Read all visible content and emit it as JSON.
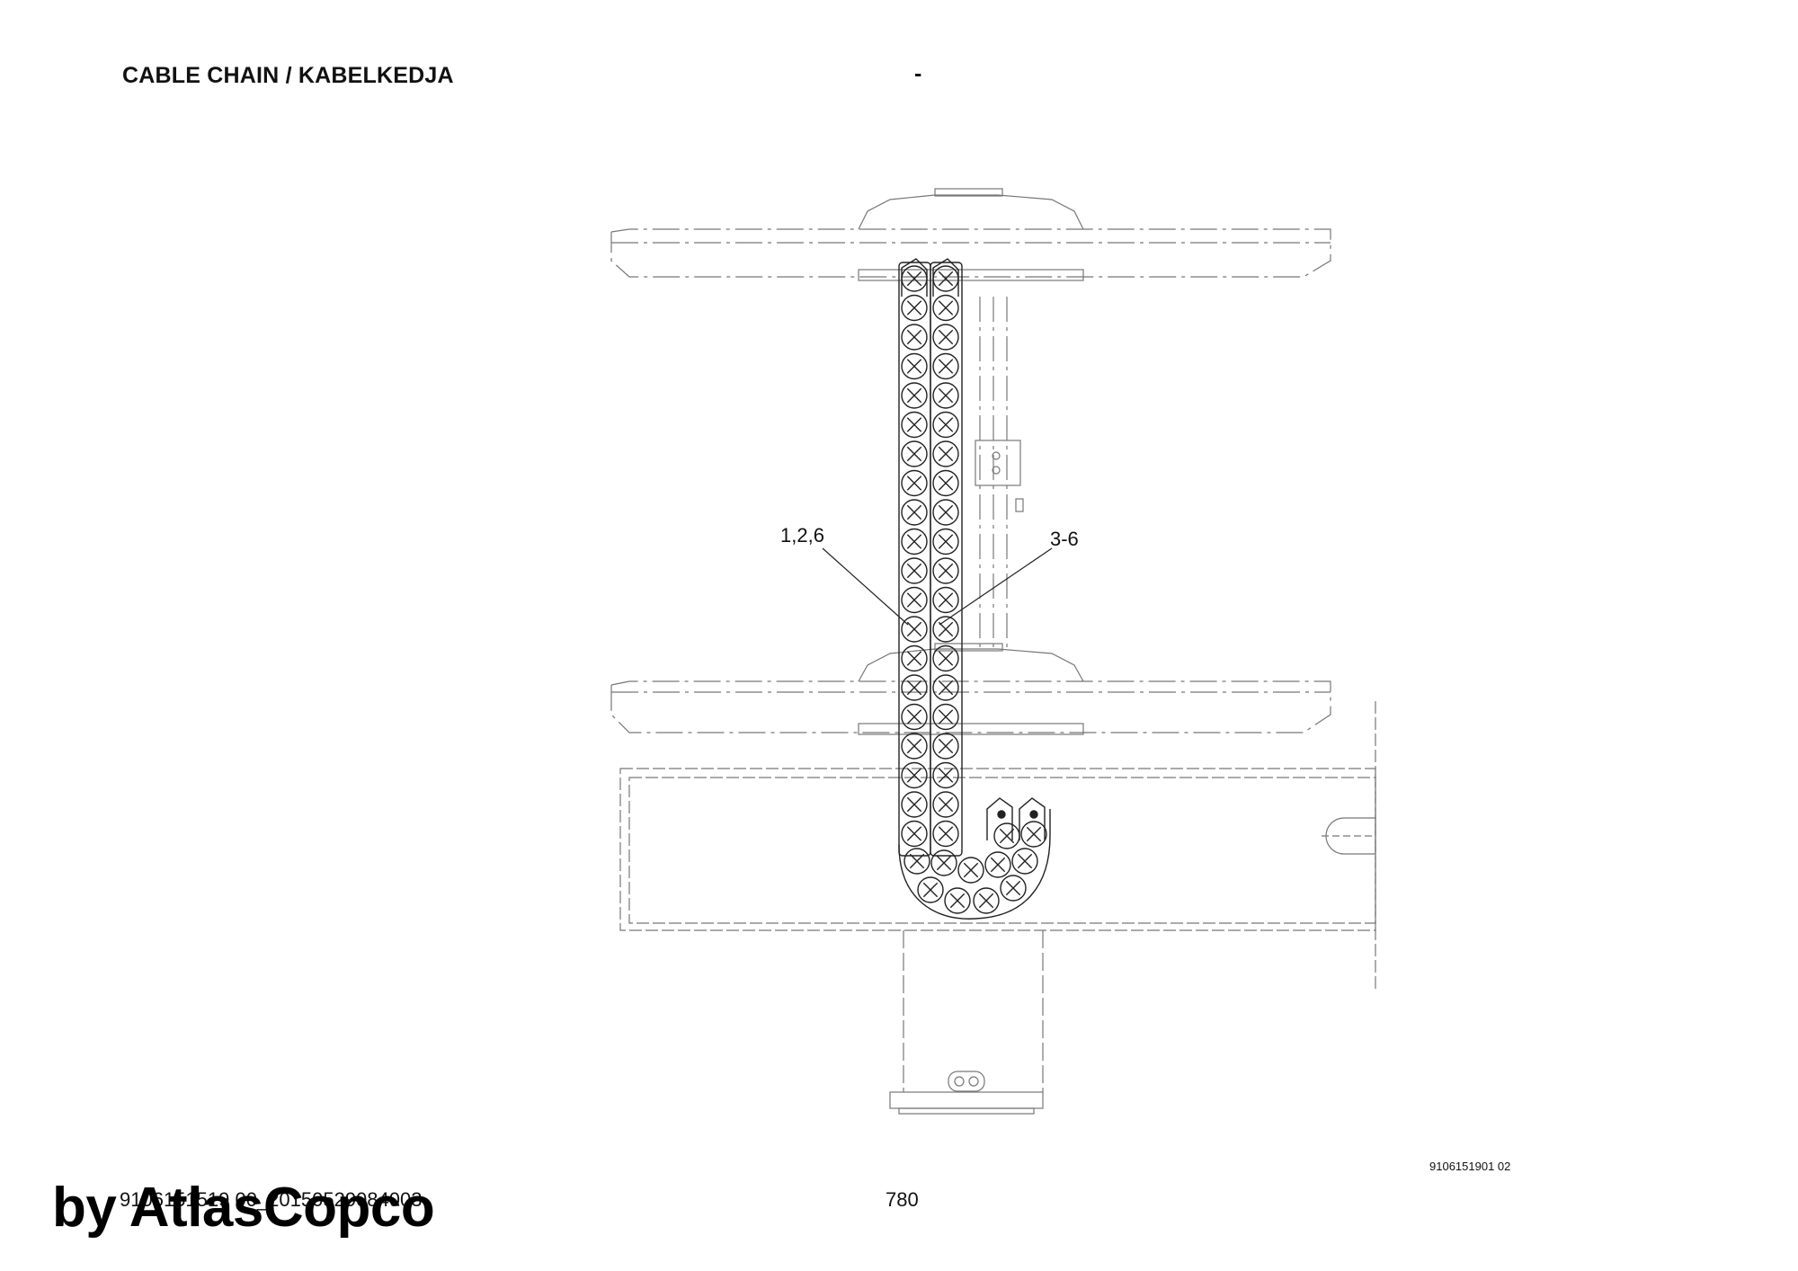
{
  "header": {
    "title": "CABLE CHAIN / KABELKEDJA",
    "dash": "-"
  },
  "drawing": {
    "callouts": [
      {
        "id": "left",
        "label": "1,2,6"
      },
      {
        "id": "right",
        "label": "3-6"
      }
    ],
    "document_number": "9106151901 02"
  },
  "footer": {
    "code": "9106151519 00_20150529084003",
    "page_number": "780"
  },
  "watermark": {
    "text": "by AtlasCopco"
  }
}
